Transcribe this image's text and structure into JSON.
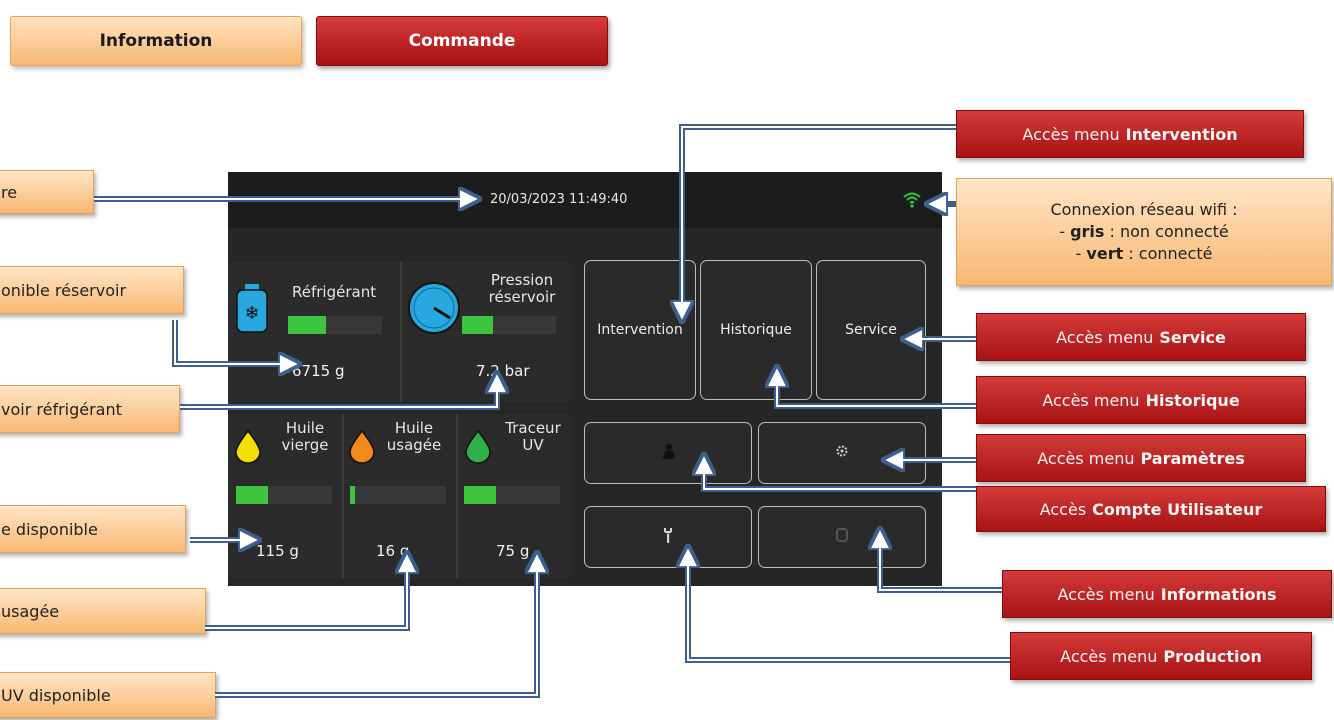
{
  "tabs": {
    "info": "Information",
    "cmd": "Commande"
  },
  "screen": {
    "datetime": "20/03/2023 11:49:40",
    "refrigerant": {
      "label": "Réfrigérant",
      "value": "6715 g",
      "level": 0.4
    },
    "pressure": {
      "label_line1": "Pression",
      "label_line2": "réservoir",
      "value": "7.2 bar",
      "level": 0.33
    },
    "oil_new": {
      "label_line1": "Huile",
      "label_line2": "vierge",
      "value": "115 g",
      "level": 0.33
    },
    "oil_used": {
      "label_line1": "Huile",
      "label_line2": "usagée",
      "value": "16 g",
      "level": 0.05
    },
    "uv": {
      "label_line1": "Traceur",
      "label_line2": "UV",
      "value": "75 g",
      "level": 0.33
    },
    "buttons": {
      "intervention": "Intervention",
      "historique": "Historique",
      "service": "Service"
    },
    "wifi_status_color": "#2ecc40"
  },
  "callouts_left": {
    "date": "re",
    "refrigerant": "onible réservoir",
    "pressure": "voir réfrigérant",
    "oil_new": "e disponible",
    "oil_used": "usagée",
    "uv": "UV disponible"
  },
  "callouts_right": {
    "intervention": {
      "prefix": "Accès menu",
      "bold": "Intervention"
    },
    "wifi": {
      "line1": "Connexion réseau wifi :",
      "line2_bold": "gris",
      "line2_rest": ": non connecté",
      "line3_bold": "vert",
      "line3_rest": ": connecté"
    },
    "service": {
      "prefix": "Accès menu",
      "bold": "Service"
    },
    "historique": {
      "prefix": "Accès menu",
      "bold": "Historique"
    },
    "parametres": {
      "prefix": "Accès menu",
      "bold": "Paramètres"
    },
    "compte": {
      "prefix": "Accès",
      "bold": "Compte Utilisateur"
    },
    "informations": {
      "prefix": "Accès menu",
      "bold": "Informations"
    },
    "production": {
      "prefix": "Accès menu",
      "bold": "Production"
    }
  },
  "colors": {
    "arrow": "#3d5f8e",
    "callout_orange": "#f8b873",
    "callout_red": "#b81a1a",
    "bar_green": "#3ec43e",
    "screen_bg": "#262626"
  }
}
